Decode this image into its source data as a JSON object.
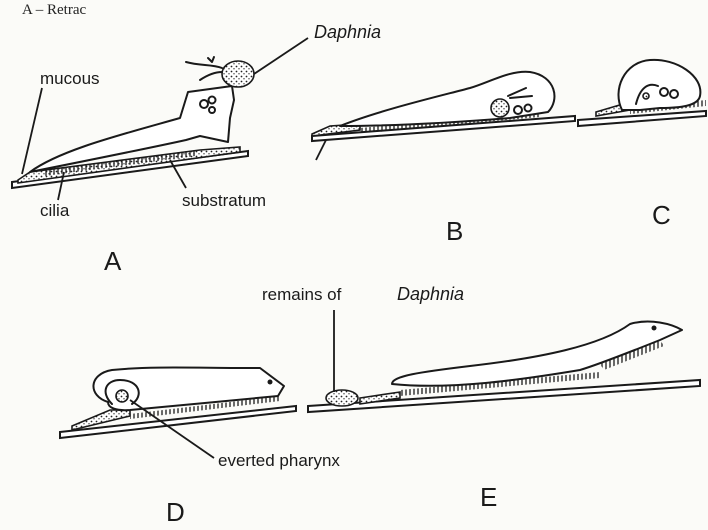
{
  "caption_top": "A – Retrac",
  "labels": {
    "daphnia": "Daphnia",
    "mucous": "mucous",
    "cilia": "cilia",
    "substratum": "substratum",
    "remains_prefix": "remains of",
    "remains_daphnia": "Daphnia",
    "everted_pharynx": "everted pharynx"
  },
  "panels": {
    "a": "A",
    "b": "B",
    "c": "C",
    "d": "D",
    "e": "E"
  }
}
